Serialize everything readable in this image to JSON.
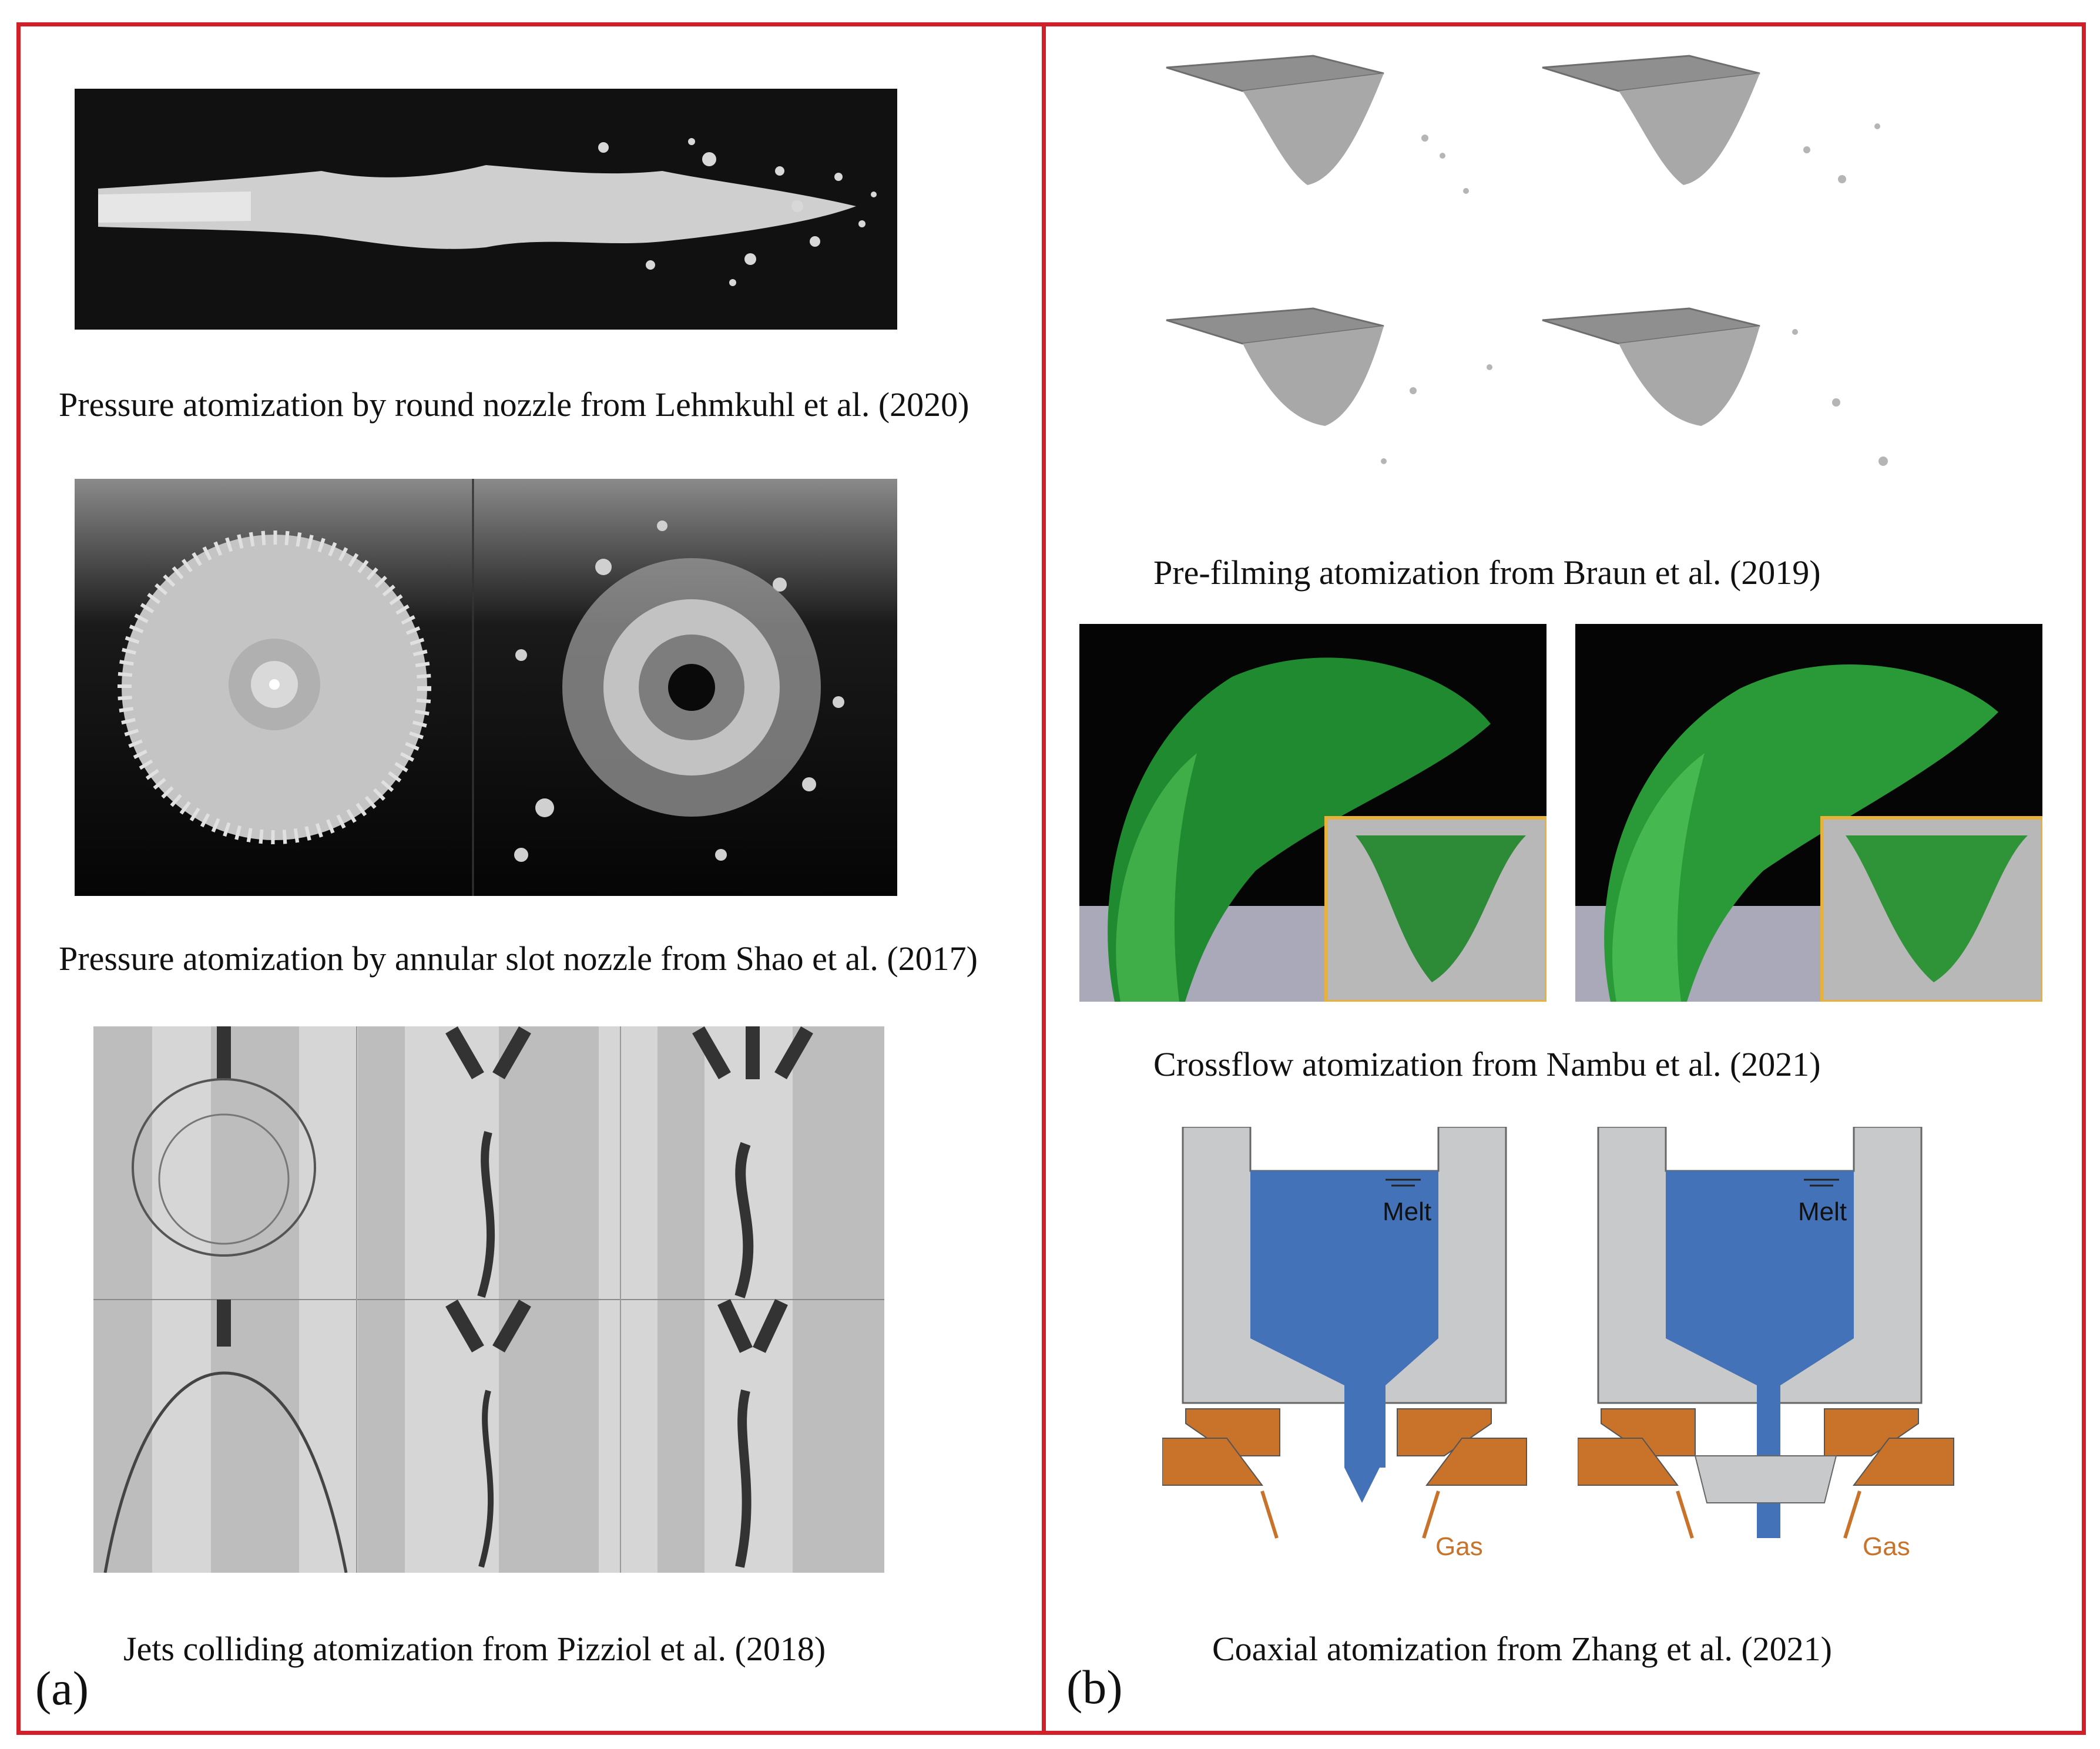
{
  "panels": {
    "a": {
      "label": "(a)",
      "figures": [
        {
          "caption": "Pressure atomization by round nozzle from Lehmkuhl et al. (2020)"
        },
        {
          "caption": "Pressure atomization by annular slot nozzle from Shao et al. (2017)"
        },
        {
          "caption": "Jets colliding atomization from Pizziol et al. (2018)"
        }
      ]
    },
    "b": {
      "label": "(b)",
      "figures": [
        {
          "caption": "Pre-filming atomization from Braun et al. (2019)"
        },
        {
          "caption": "Crossflow atomization from Nambu et al. (2021)"
        },
        {
          "caption": "Coaxial atomization from Zhang et al. (2021)",
          "labels": {
            "melt": "Melt",
            "gas": "Gas"
          }
        }
      ]
    }
  },
  "colors": {
    "frame": "#d2202a",
    "melt": "#4472b8",
    "gas": "#c8722a",
    "nozzle": "#c8c9cb",
    "inset_border": "#e8b23a",
    "spray": "#3fae49"
  }
}
